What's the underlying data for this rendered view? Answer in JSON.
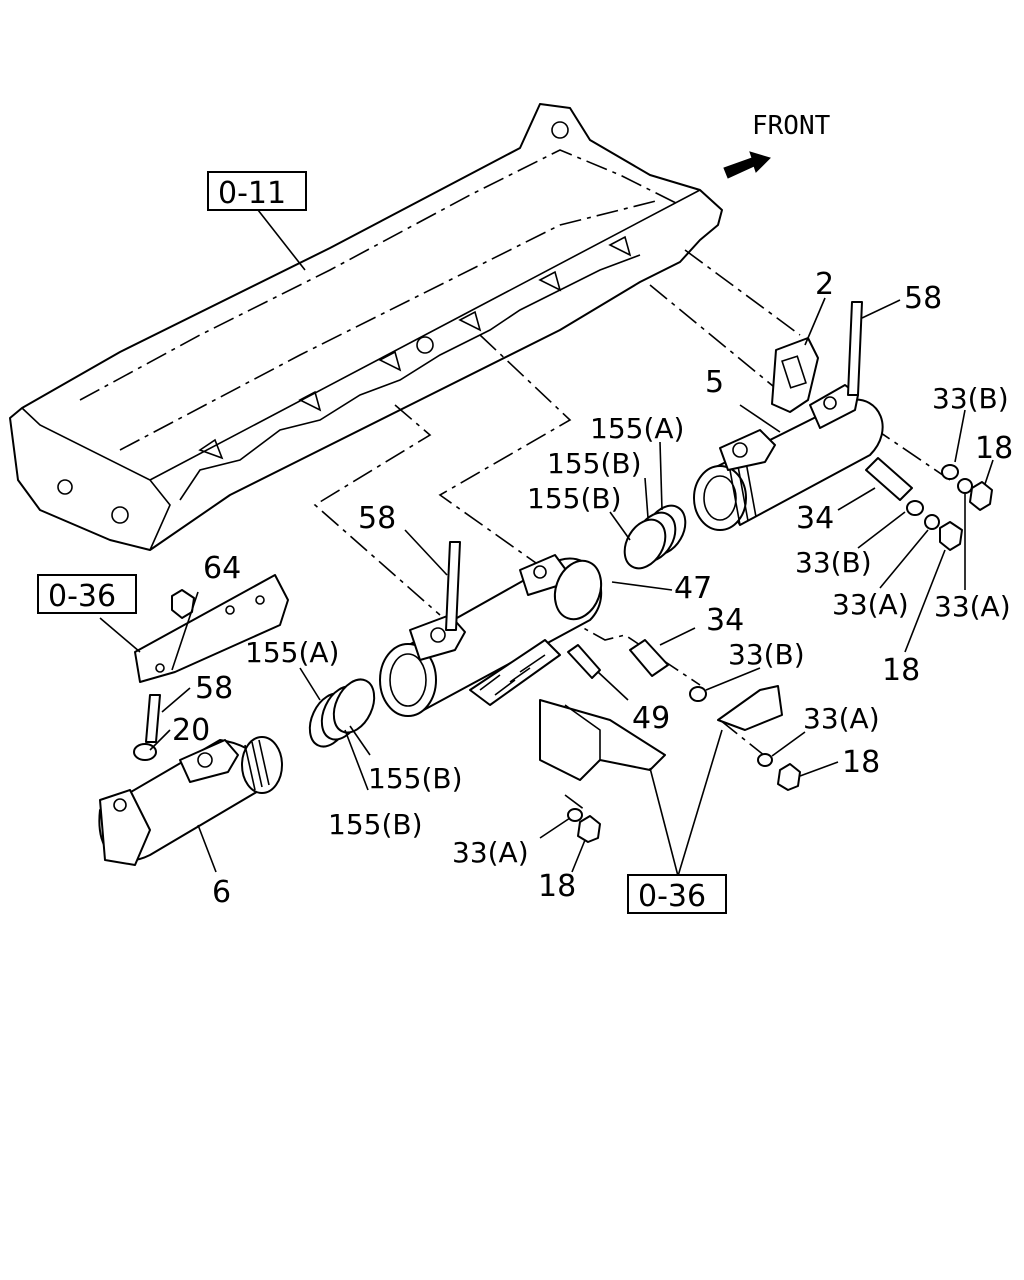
{
  "front_label": "FRONT",
  "ref_boxes": {
    "ref_0_11": "0-11",
    "ref_0_36_left": "0-36",
    "ref_0_36_bottom": "0-36"
  },
  "callouts": {
    "c2": "2",
    "c58_top": "58",
    "c5": "5",
    "c155a_top": "155(A)",
    "c155b_top1": "155(B)",
    "c155b_top2": "155(B)",
    "c33b_r1": "33(B)",
    "c18_r1": "18",
    "c34_r": "34",
    "c33b_r2": "33(B)",
    "c33a_r1": "33(A)",
    "c33a_r2": "33(A)",
    "c18_r2": "18",
    "c58_mid": "58",
    "c47": "47",
    "c34_mid": "34",
    "c33b_mid": "33(B)",
    "c49": "49",
    "c33a_mid": "33(A)",
    "c18_mid": "18",
    "c64": "64",
    "c58_left": "58",
    "c20": "20",
    "c6": "6",
    "c155a_left": "155(A)",
    "c155b_left1": "155(B)",
    "c155b_left2": "155(B)",
    "c33a_bot": "33(A)",
    "c18_bot": "18"
  }
}
